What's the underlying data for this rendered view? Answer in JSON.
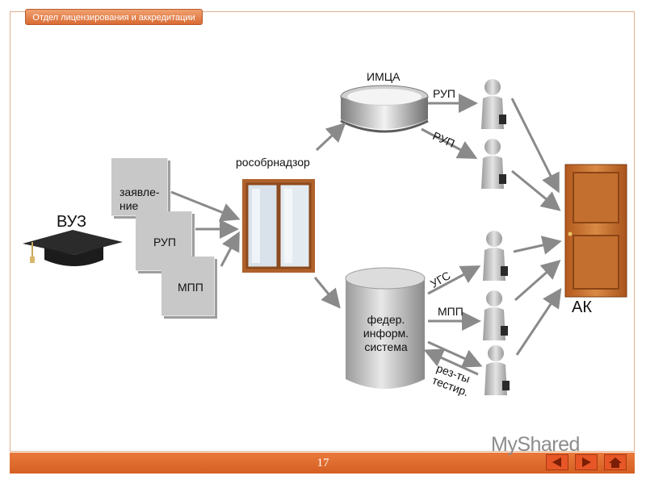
{
  "header": {
    "title": "Отдел лицензирования и аккредитации"
  },
  "labels": {
    "vuz": "ВУЗ",
    "rosobrnadzor": "рособрнадзор",
    "imca": "ИМЦА",
    "ak": "АК",
    "rup_top": "РУП",
    "rup_middle": "РУП",
    "ugs": "УГС",
    "mpp_side": "МПП",
    "test_results": "рез-ты\nтестир."
  },
  "documents": [
    {
      "label": "заявле-\nние"
    },
    {
      "label": "РУП"
    },
    {
      "label": "МПП"
    }
  ],
  "database": {
    "label": "федер.\nинформ.\nсистема"
  },
  "footer": {
    "page_number": "17"
  },
  "watermark": {
    "text": "MyShared"
  },
  "colors": {
    "accent": "#d9622a",
    "arrow": "#8a8a8a",
    "door": "#c8722e"
  }
}
